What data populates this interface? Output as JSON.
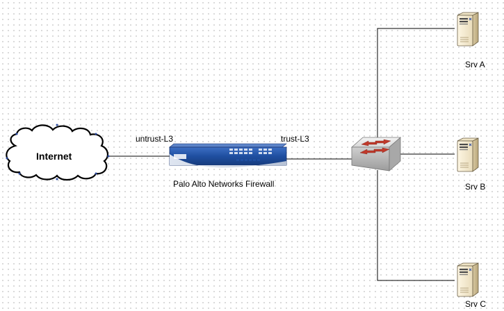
{
  "cloud": {
    "label": "Internet"
  },
  "firewall": {
    "label": "Palo Alto Networks Firewall",
    "brand_text": "paloalto",
    "color": "#1f4fa0"
  },
  "links": {
    "untrust_label": "untrust-L3",
    "trust_label": "trust-L3"
  },
  "switch": {
    "arrow_color": "#c0392b"
  },
  "servers": [
    {
      "label": "Srv A"
    },
    {
      "label": "Srv B"
    },
    {
      "label": "Srv C"
    }
  ]
}
